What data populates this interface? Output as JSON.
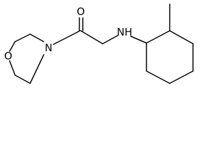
{
  "molecule": {
    "atoms": {
      "carbonyl_oxygen": "O",
      "amide_nitrogen": "N",
      "amine_nitrogen": "NH",
      "ring_oxygen": "O"
    }
  }
}
